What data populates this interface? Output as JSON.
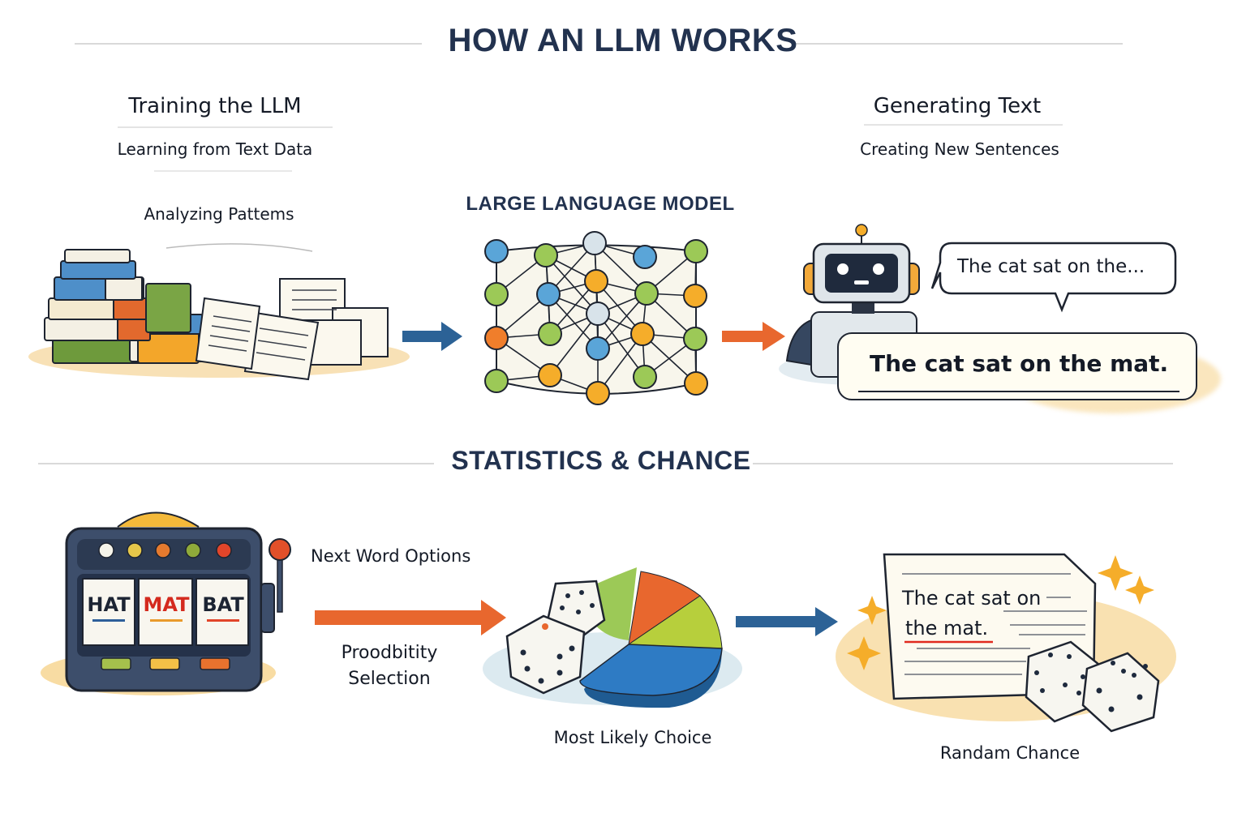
{
  "title": "HOW AN LLM WORKS",
  "training": {
    "heading": "Training the LLM",
    "subheading": "Learning from Text Data",
    "caption": "Analyzing Pattems"
  },
  "model": {
    "label": "LARGE LANGUAGE MODEL"
  },
  "generating": {
    "heading": "Generating Text",
    "subheading": "Creating New Sentences",
    "prompt_bubble": "The cat sat on the...",
    "output_bubble": "The cat sat on the mat."
  },
  "stats_section": {
    "title": "STATISTICS & CHANCE",
    "slot_machine": {
      "options": [
        {
          "word": "HAT",
          "color": "#1c2433",
          "underline": "#2e5f9a"
        },
        {
          "word": "MAT",
          "color": "#d42a1e",
          "underline": "#e99a2b"
        },
        {
          "word": "BAT",
          "color": "#1c2433",
          "underline": "#e2452a"
        }
      ],
      "caption": "Next Word Options"
    },
    "arrow_caption_line1": "Proodbitity",
    "arrow_caption_line2": "Selection",
    "pie_caption": "Most Likely Choice",
    "result_text_line1": "The cat sat on",
    "result_text_line2": "the mat.",
    "result_caption": "Randam Chance"
  },
  "colors": {
    "navy": "#22324f",
    "blue_arrow": "#2c6296",
    "orange_arrow": "#e8672e",
    "node_blue": "#5aa5d8",
    "node_green": "#9cc957",
    "node_orange": "#f5ad2a",
    "node_red": "#f07e2b",
    "node_pale": "#d8e3ea"
  }
}
